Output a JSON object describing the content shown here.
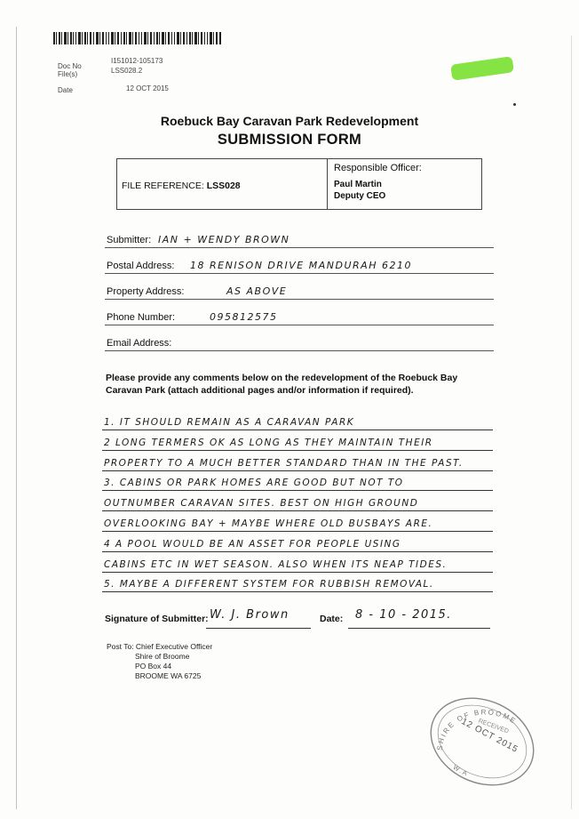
{
  "header": {
    "doc_no_label": "Doc No",
    "doc_no_value": "I151012-105173",
    "file_label": "File(s)",
    "file_value": "LSS028.2",
    "date_label": "Date",
    "date_value": "12 OCT 2015"
  },
  "form": {
    "title": "Roebuck Bay Caravan Park Redevelopment",
    "subtitle": "SUBMISSION FORM",
    "file_reference_label": "FILE REFERENCE:",
    "file_reference_value": "LSS028",
    "responsible_officer_label": "Responsible Officer:",
    "officer_name": "Paul Martin",
    "officer_title": "Deputy CEO"
  },
  "fields": {
    "submitter_label": "Submitter:",
    "submitter_value": "IAN + WENDY BROWN",
    "postal_label": "Postal Address:",
    "postal_value": "18 RENISON DRIVE MANDURAH 6210",
    "property_label": "Property Address:",
    "property_value": "AS ABOVE",
    "phone_label": "Phone Number:",
    "phone_value": "095812575",
    "email_label": "Email Address:",
    "email_value": ""
  },
  "comments": {
    "prompt": "Please provide any comments below on the redevelopment of the Roebuck Bay Caravan Park (attach additional pages and/or information if required).",
    "lines": [
      "1. IT SHOULD REMAIN AS A CARAVAN PARK",
      "2 LONG TERMERS OK AS LONG AS THEY MAINTAIN THEIR",
      "PROPERTY TO A MUCH BETTER STANDARD THAN IN THE PAST.",
      "3. CABINS OR PARK HOMES ARE GOOD BUT NOT TO",
      "OUTNUMBER CARAVAN SITES. BEST ON HIGH GROUND",
      "OVERLOOKING BAY + MAYBE WHERE OLD BUSBAYS ARE.",
      "4 A POOL WOULD BE AN ASSET FOR PEOPLE USING",
      "CABINS ETC IN WET SEASON. ALSO WHEN ITS NEAP TIDES.",
      "5. MAYBE A DIFFERENT SYSTEM FOR RUBBISH REMOVAL."
    ]
  },
  "signature": {
    "label": "Signature of Submitter:",
    "value": "W. J. Brown",
    "date_label": "Date:",
    "date_value": "8 - 10 - 2015."
  },
  "post_to": {
    "line1": "Post To: Chief Executive Officer",
    "line2": "Shire of Broome",
    "line3": "PO Box 44",
    "line4": "BROOME WA 6725"
  },
  "stamp": {
    "text_top": "SHIRE OF BROOME",
    "text_received": "RECEIVED",
    "date": "12 OCT 2015",
    "text_bottom": "W.A"
  }
}
